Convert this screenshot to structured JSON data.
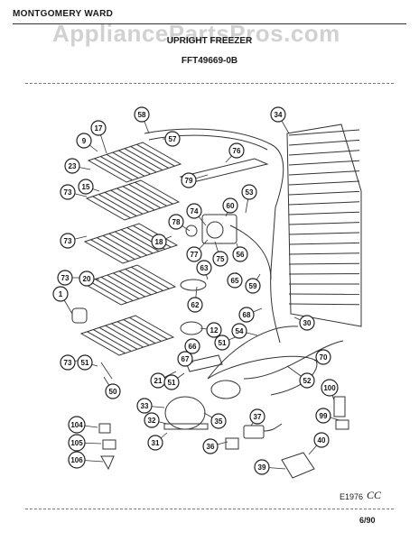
{
  "header": {
    "brand": "MONTGOMERY WARD",
    "watermark": "AppliancePartsPros.com",
    "title": "UPRIGHT FREEZER",
    "model": "FFT49669-0B"
  },
  "footer": {
    "code": "E1976",
    "initials": "CC",
    "date": "6/90"
  },
  "callouts": [
    "58",
    "57",
    "34",
    "17",
    "9",
    "76",
    "23",
    "15",
    "79",
    "53",
    "73",
    "74",
    "60",
    "78",
    "18",
    "77",
    "75",
    "73",
    "56",
    "73",
    "20",
    "63",
    "65",
    "59",
    "1",
    "62",
    "68",
    "30",
    "12",
    "51",
    "54",
    "66",
    "67",
    "70",
    "73",
    "51",
    "52",
    "21",
    "51",
    "50",
    "100",
    "33",
    "32",
    "35",
    "37",
    "99",
    "104",
    "31",
    "36",
    "40",
    "105",
    "106",
    "39"
  ]
}
